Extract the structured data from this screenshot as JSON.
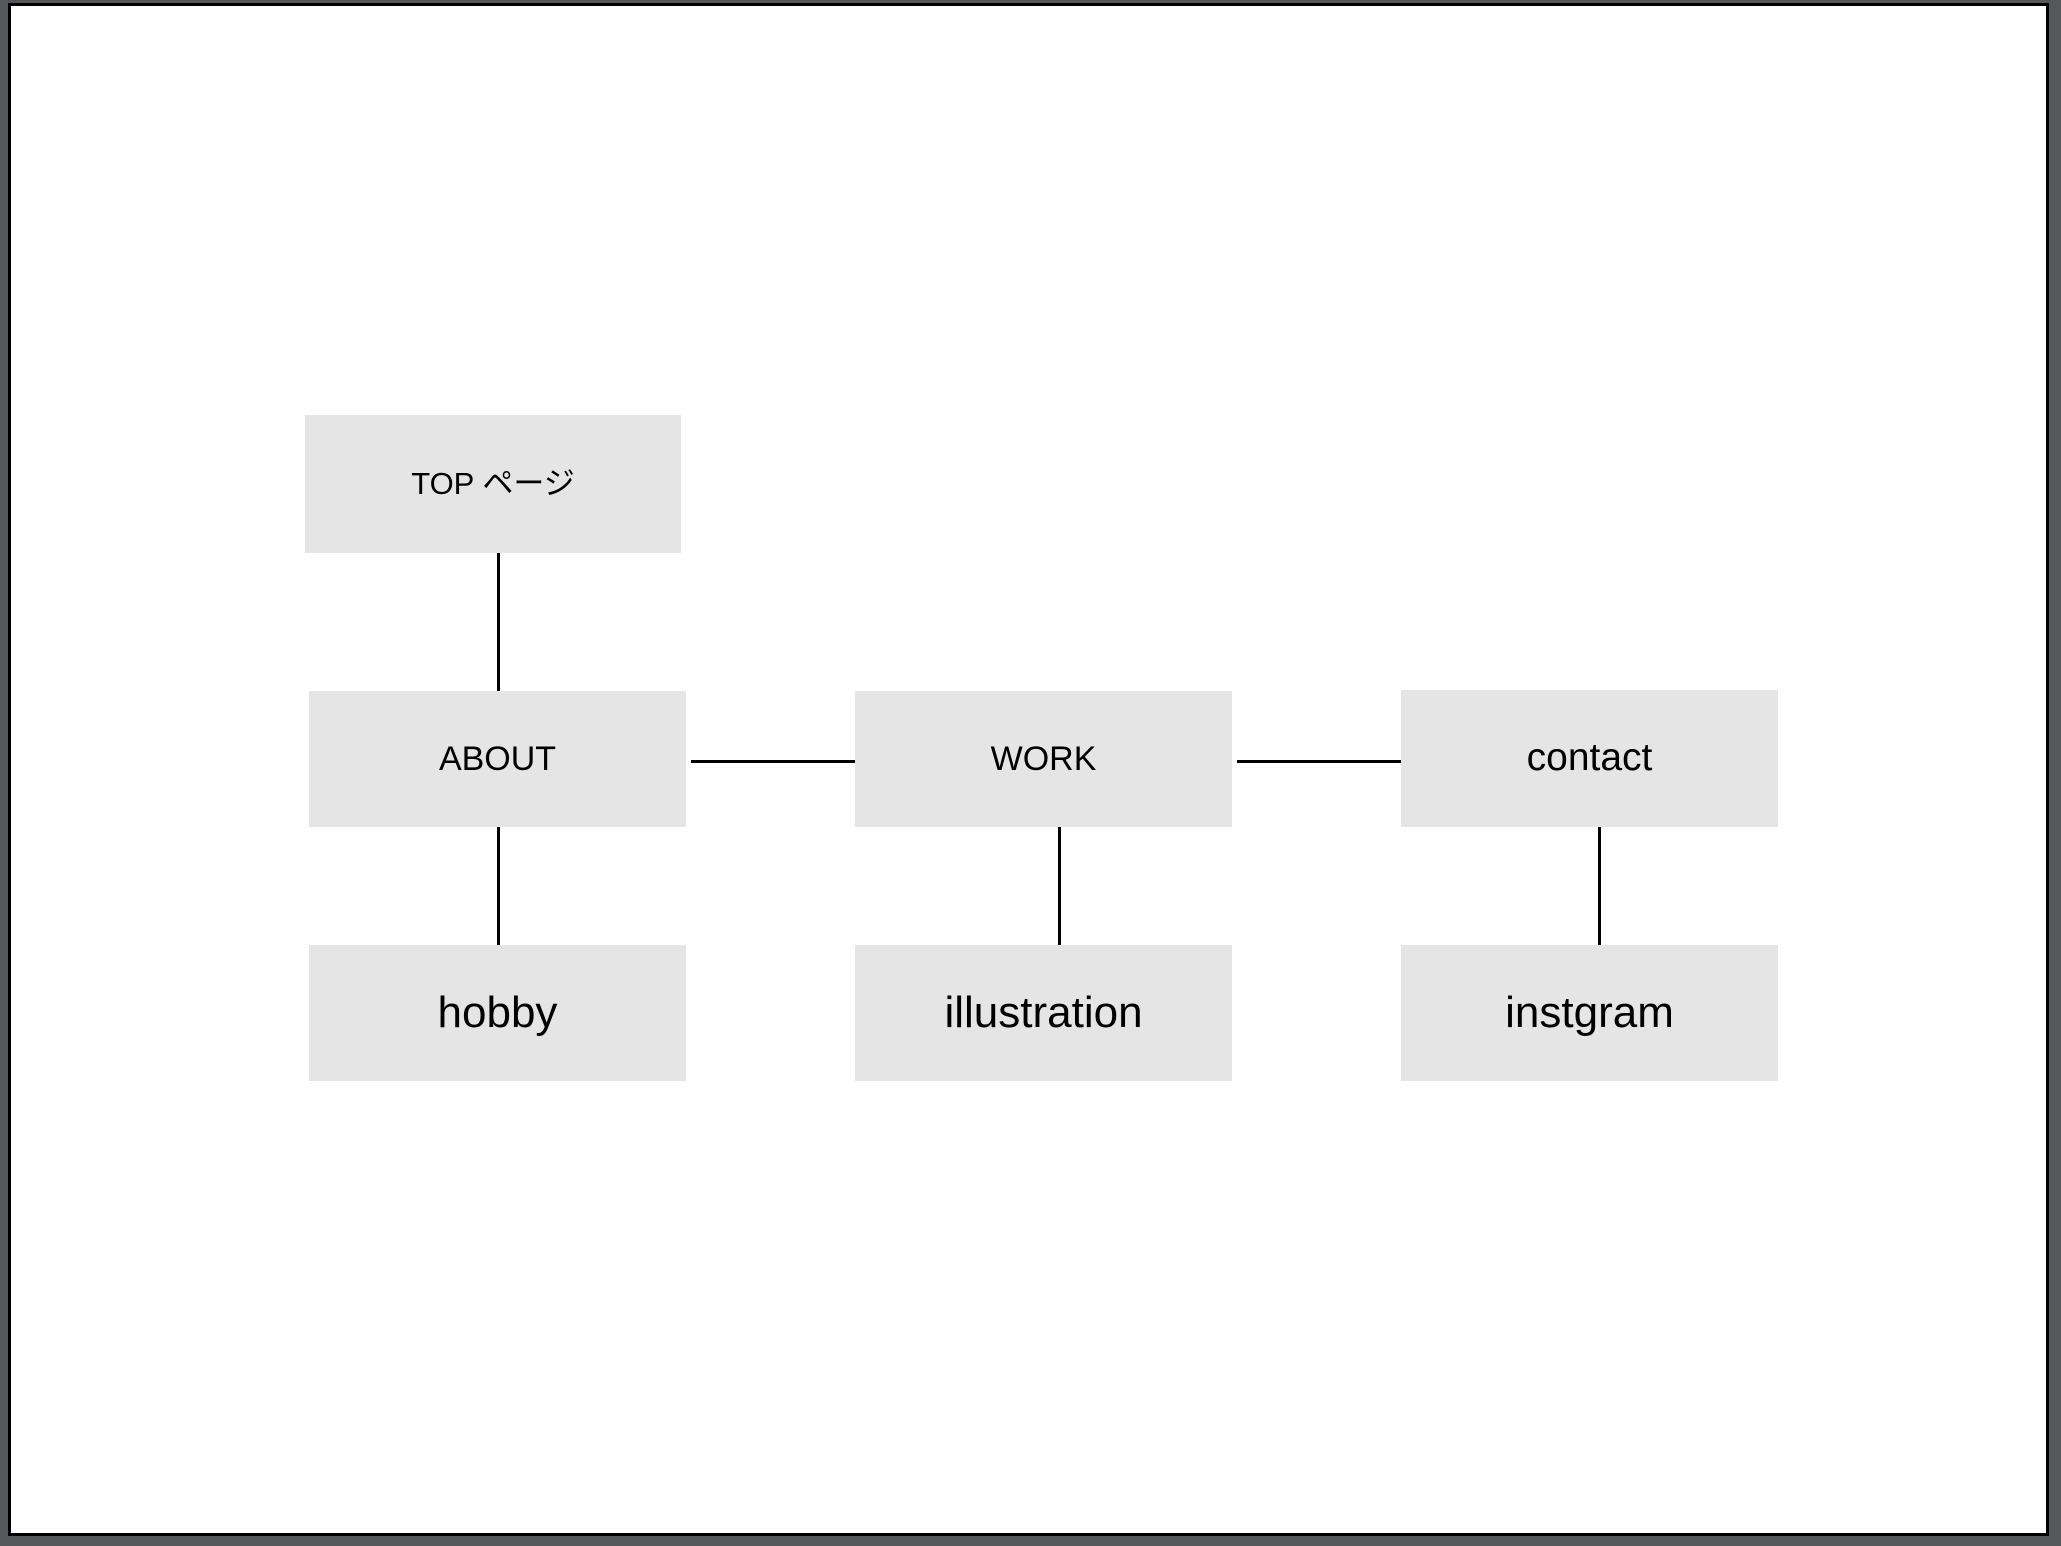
{
  "diagram": {
    "type": "sitemap-tree",
    "background_color": "#ffffff",
    "frame_color": "#000000",
    "node_fill_color": "#e5e5e5",
    "connector_color": "#000000",
    "nodes": [
      {
        "id": "top",
        "label": "TOP ページ"
      },
      {
        "id": "about",
        "label": "ABOUT"
      },
      {
        "id": "work",
        "label": "WORK"
      },
      {
        "id": "contact",
        "label": "contact"
      },
      {
        "id": "hobby",
        "label": "hobby"
      },
      {
        "id": "illustration",
        "label": "illustration"
      },
      {
        "id": "instgram",
        "label": "instgram"
      }
    ],
    "connections": [
      {
        "from": "top",
        "to": "about",
        "orientation": "vertical"
      },
      {
        "from": "about",
        "to": "work",
        "orientation": "horizontal"
      },
      {
        "from": "work",
        "to": "contact",
        "orientation": "horizontal"
      },
      {
        "from": "about",
        "to": "hobby",
        "orientation": "vertical"
      },
      {
        "from": "work",
        "to": "illustration",
        "orientation": "vertical"
      },
      {
        "from": "contact",
        "to": "instgram",
        "orientation": "vertical"
      }
    ]
  }
}
